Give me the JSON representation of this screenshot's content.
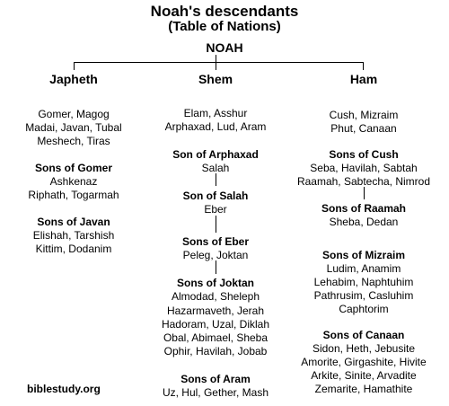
{
  "title": "Noah's descendants",
  "subtitle": "(Table of Nations)",
  "root": "NOAH",
  "japheth": {
    "name": "Japheth",
    "names": [
      "Gomer, Magog",
      "Madai, Javan, Tubal",
      "Meshech, Tiras"
    ],
    "gomer_title": "Sons of Gomer",
    "gomer": [
      "Ashkenaz",
      "Riphath, Togarmah"
    ],
    "javan_title": "Sons of Javan",
    "javan": [
      "Elishah, Tarshish",
      "Kittim, Dodanim"
    ]
  },
  "shem": {
    "name": "Shem",
    "names": [
      "Elam, Asshur",
      "Arphaxad, Lud, Aram"
    ],
    "arphaxad_title": "Son of Arphaxad",
    "arphaxad": "Salah",
    "salah_title": "Son of Salah",
    "salah": "Eber",
    "eber_title": "Sons of Eber",
    "eber": "Peleg, Joktan",
    "joktan_title": "Sons of Joktan",
    "joktan": [
      "Almodad, Sheleph",
      "Hazarmaveth, Jerah",
      "Hadoram, Uzal, Diklah",
      "Obal, Abimael, Sheba",
      "Ophir, Havilah, Jobab"
    ],
    "aram_title": "Sons of Aram",
    "aram": "Uz, Hul, Gether, Mash"
  },
  "ham": {
    "name": "Ham",
    "names": [
      "Cush, Mizraim",
      "Phut, Canaan"
    ],
    "cush_title": "Sons of Cush",
    "cush": [
      "Seba, Havilah, Sabtah",
      "Raamah, Sabtecha, Nimrod"
    ],
    "raamah_title": "Sons of Raamah",
    "raamah": "Sheba, Dedan",
    "mizraim_title": "Sons of Mizraim",
    "mizraim": [
      "Ludim, Anamim",
      "Lehabim, Naphtuhim",
      "Pathrusim, Casluhim",
      "Caphtorim"
    ],
    "canaan_title": "Sons of Canaan",
    "canaan": [
      "Sidon, Heth, Jebusite",
      "Amorite, Girgashite, Hivite",
      "Arkite, Sinite, Arvadite",
      "Zemarite, Hamathite"
    ]
  },
  "site": "biblestudy.org"
}
